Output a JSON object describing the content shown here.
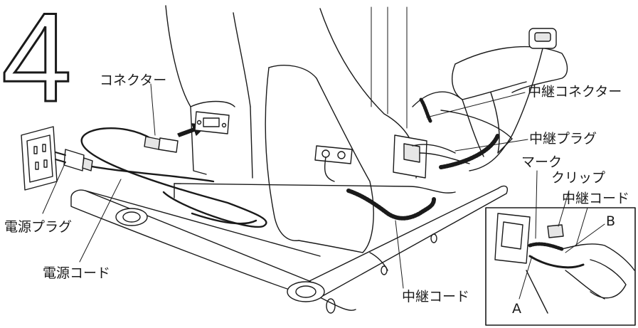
{
  "step_number": "4",
  "labels": {
    "connector": "コネクター",
    "relay_connector": "中継コネクター",
    "relay_plug": "中継プラグ",
    "mark": "マーク",
    "clip": "クリップ",
    "relay_cord_inset": "中継コード",
    "point_b": "B",
    "point_a": "A",
    "power_plug": "電源プラグ",
    "power_cord": "電源コード",
    "relay_cord_bottom": "中継コード"
  },
  "colors": {
    "line": "#1a1a1a",
    "fill": "#ffffff",
    "shade": "#e6e6e6"
  }
}
